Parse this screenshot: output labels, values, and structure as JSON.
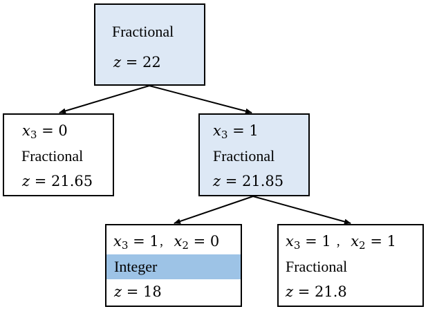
{
  "colors": {
    "highlighted_fill": "#dde8f5",
    "integer_fill": "#9dc3e6",
    "border": "#000000"
  },
  "root": {
    "status": "Fractional",
    "z_var": "z",
    "z_value": "22"
  },
  "node_x3_0": {
    "var": "x",
    "sub": "3",
    "value": "0",
    "status": "Fractional",
    "z_var": "z",
    "z_value": "21.65"
  },
  "node_x3_1": {
    "var": "x",
    "sub": "3",
    "value": "1",
    "status": "Fractional",
    "z_var": "z",
    "z_value": "21.85"
  },
  "node_x3_1_x2_0": {
    "var_a": "x",
    "sub_a": "3",
    "value_a": "1",
    "separator": "，",
    "var_b": "x",
    "sub_b": "2",
    "value_b": "0",
    "status": "Integer",
    "z_var": "z",
    "z_value": "18"
  },
  "node_x3_1_x2_1": {
    "var_a": "x",
    "sub_a": "3",
    "value_a": "1",
    "separator": "，",
    "var_b": "x",
    "sub_b": "2",
    "value_b": "1",
    "status": "Fractional",
    "z_var": "z",
    "z_value": "21.8"
  }
}
